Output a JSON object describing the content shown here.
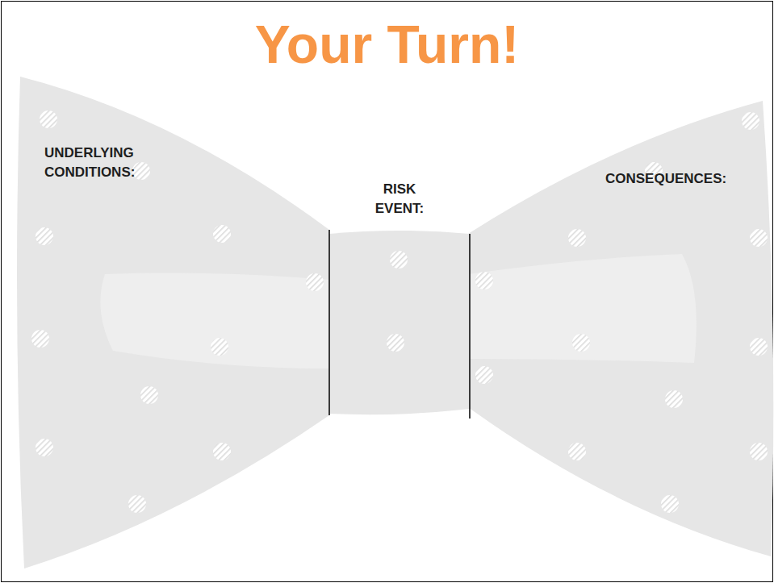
{
  "diagram": {
    "title": "Your Turn!",
    "nodes": [
      {
        "text": [
          "UNDERLYING CONDITIONS:"
        ]
      },
      {
        "text": [
          "RISK EVENT:"
        ]
      },
      {
        "text": [
          "CONSEQUENCES:"
        ]
      }
    ]
  }
}
